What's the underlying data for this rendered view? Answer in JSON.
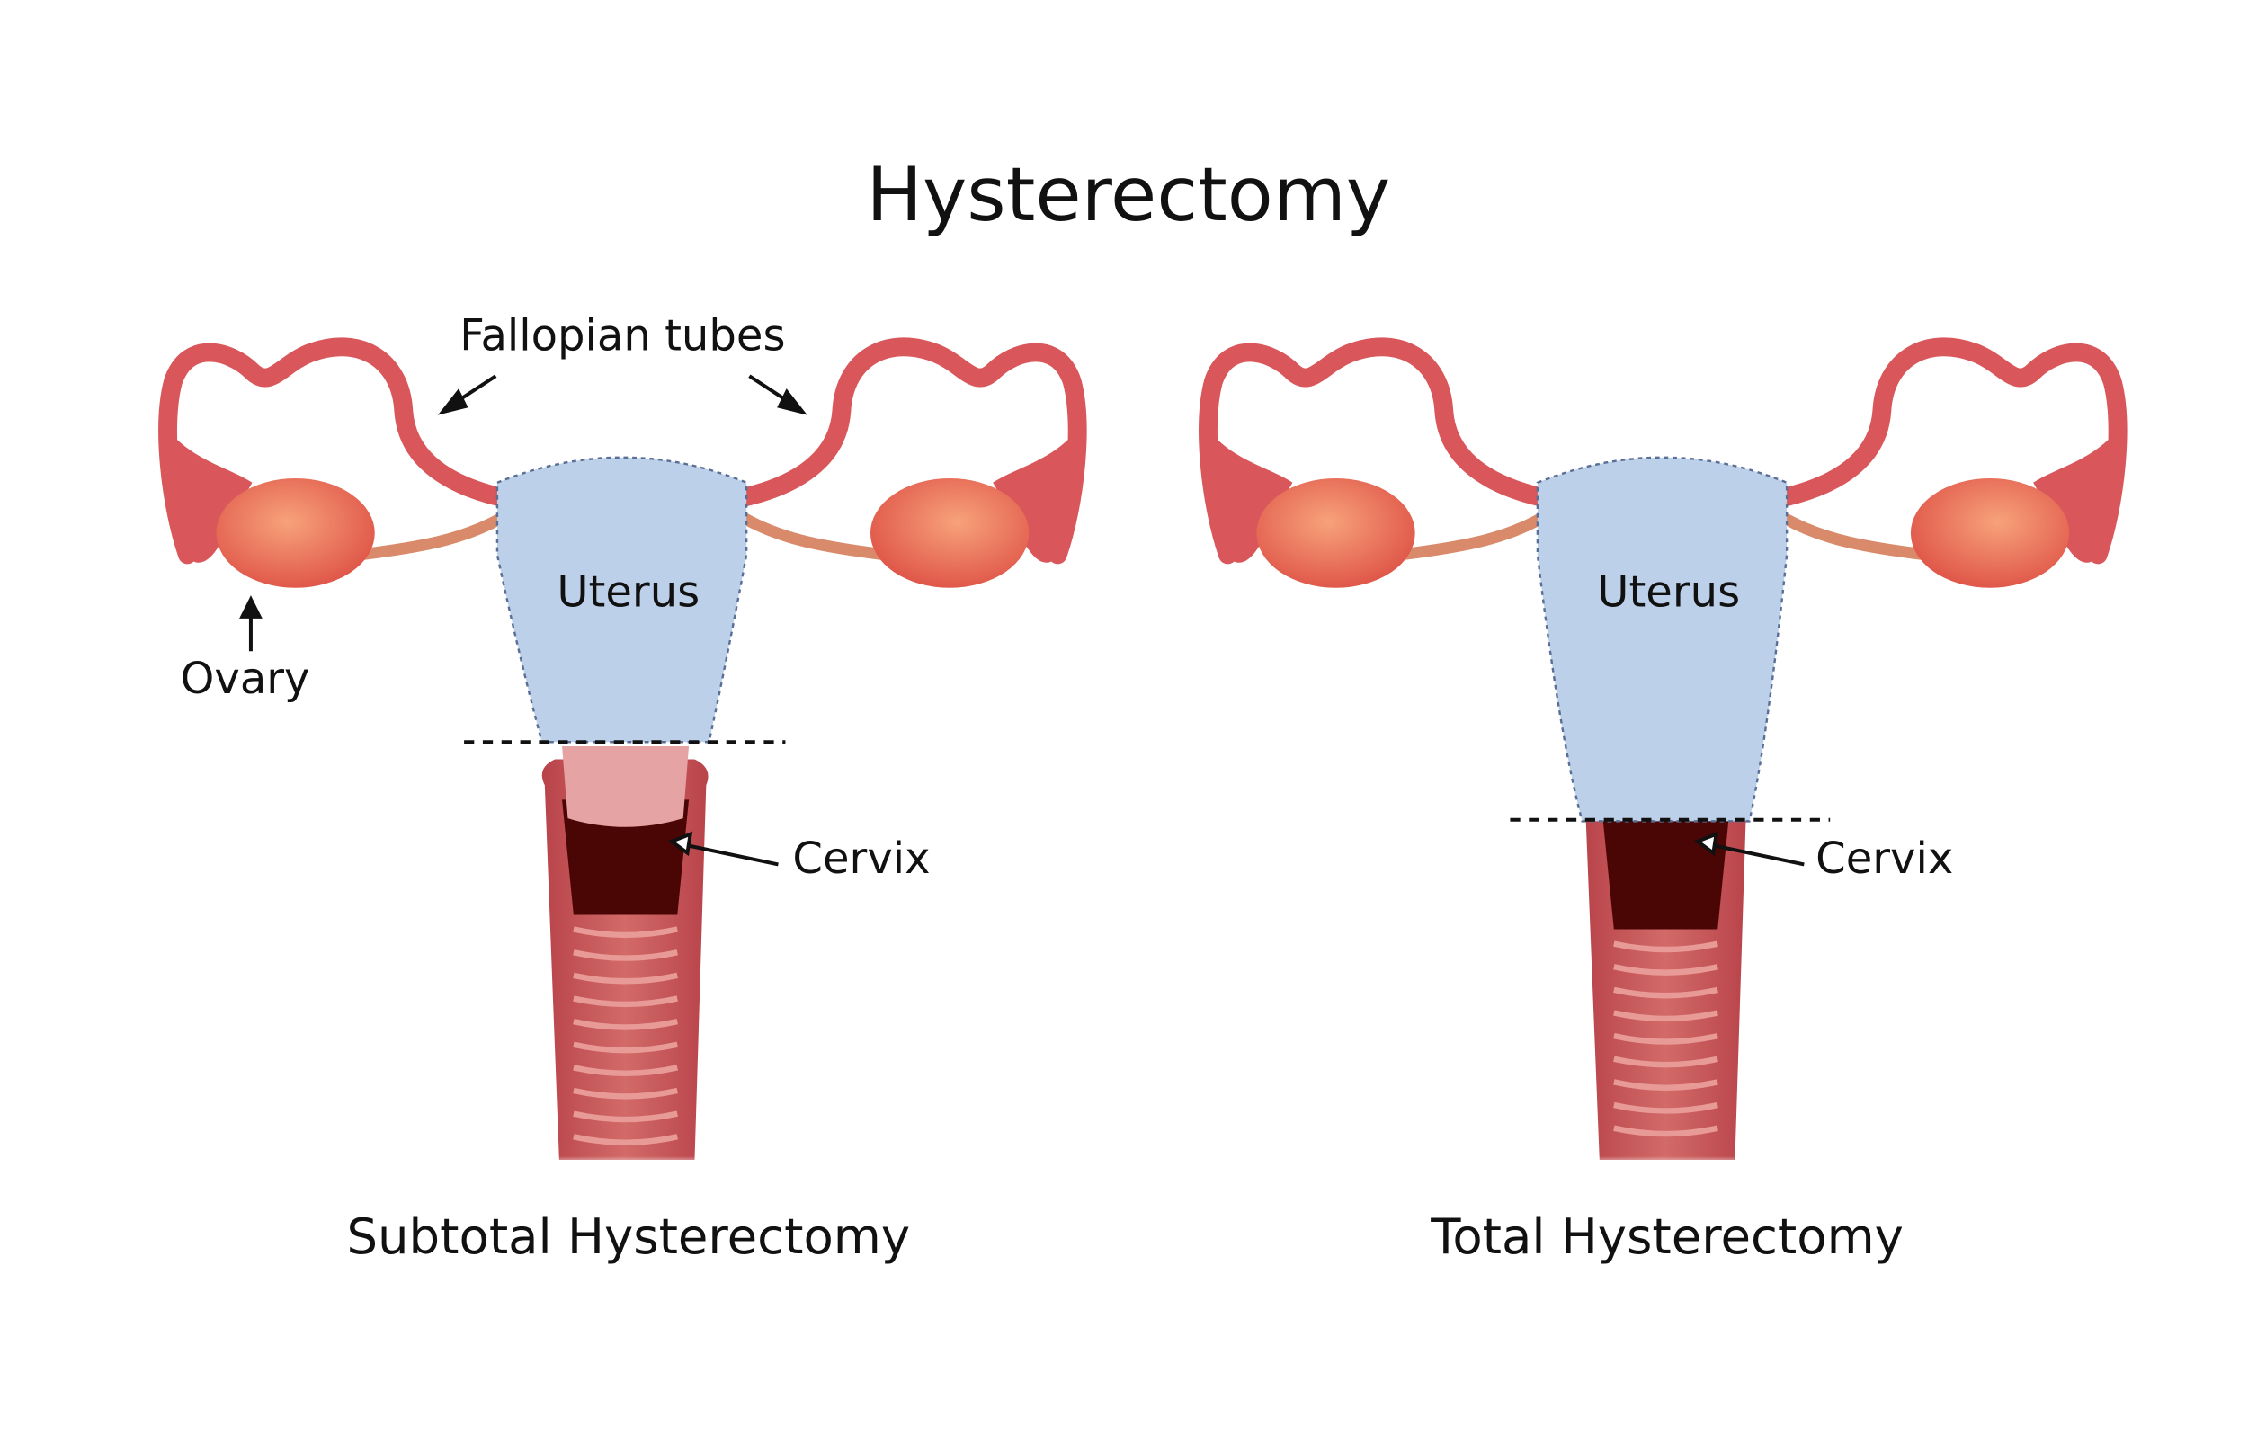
{
  "title": "Hysterectomy",
  "labels": {
    "fallopian_tubes": "Fallopian tubes",
    "uterus": "Uterus",
    "ovary": "Ovary",
    "cervix": "Cervix"
  },
  "figures": [
    {
      "caption": "Subtotal Hysterectomy",
      "uterus_label": "Uterus",
      "cervix_label": "Cervix"
    },
    {
      "caption": "Total Hysterectomy",
      "uterus_label": "Uterus",
      "cervix_label": "Cervix"
    }
  ],
  "colors": {
    "tissue": "#d9565a",
    "ovary": "#ea6e55",
    "uterus_fill": "#bdd0e9",
    "canal_dark": "#4a0505",
    "text": "#111111"
  }
}
